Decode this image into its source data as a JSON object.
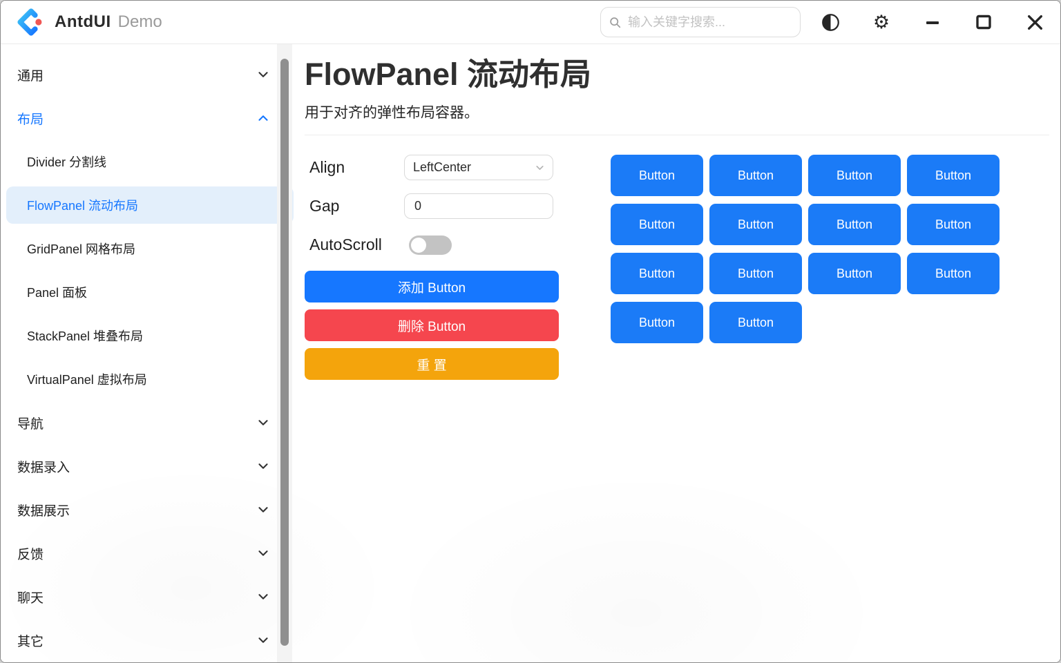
{
  "titlebar": {
    "app_name": "AntdUI",
    "app_mode": "Demo",
    "search": {
      "placeholder": "输入关键字搜索...",
      "icon": "search-icon"
    },
    "icons": {
      "theme": "theme-contrast-icon",
      "settings": "gear-icon",
      "settings_glyph": "⚙",
      "minimize": "minimize-icon",
      "maximize": "maximize-icon",
      "close": "close-icon"
    }
  },
  "sidebar": {
    "items": [
      {
        "label": "通用",
        "level": "group",
        "state": "collapsed"
      },
      {
        "label": "布局",
        "level": "group",
        "state": "expanded"
      },
      {
        "label": "Divider 分割线",
        "level": "sub",
        "state": "normal"
      },
      {
        "label": "FlowPanel 流动布局",
        "level": "sub",
        "state": "selected"
      },
      {
        "label": "GridPanel 网格布局",
        "level": "sub",
        "state": "normal"
      },
      {
        "label": "Panel 面板",
        "level": "sub",
        "state": "normal"
      },
      {
        "label": "StackPanel 堆叠布局",
        "level": "sub",
        "state": "normal"
      },
      {
        "label": "VirtualPanel 虚拟布局",
        "level": "sub",
        "state": "normal"
      },
      {
        "label": "导航",
        "level": "group",
        "state": "collapsed"
      },
      {
        "label": "数据录入",
        "level": "group",
        "state": "collapsed"
      },
      {
        "label": "数据展示",
        "level": "group",
        "state": "collapsed"
      },
      {
        "label": "反馈",
        "level": "group",
        "state": "collapsed"
      },
      {
        "label": "聊天",
        "level": "group",
        "state": "collapsed"
      },
      {
        "label": "其它",
        "level": "group",
        "state": "collapsed"
      }
    ]
  },
  "page": {
    "title": "FlowPanel 流动布局",
    "description": "用于对齐的弹性布局容器。"
  },
  "controls": {
    "align": {
      "label": "Align",
      "value": "LeftCenter"
    },
    "gap": {
      "label": "Gap",
      "value": "0"
    },
    "autoscroll": {
      "label": "AutoScroll",
      "state": "off"
    },
    "add_button": "添加 Button",
    "delete_button": "删除 Button",
    "reset_button": "重 置"
  },
  "demo": {
    "flow_buttons": [
      "Button",
      "Button",
      "Button",
      "Button",
      "Button",
      "Button",
      "Button",
      "Button",
      "Button",
      "Button",
      "Button",
      "Button",
      "Button",
      "Button"
    ]
  },
  "colors": {
    "primary": "#1677FF",
    "danger": "#F5464E",
    "warning": "#F4A40C",
    "selected_item_bg": "#E3EFFB",
    "scrollbar_thumb": "#8F8F8F"
  }
}
